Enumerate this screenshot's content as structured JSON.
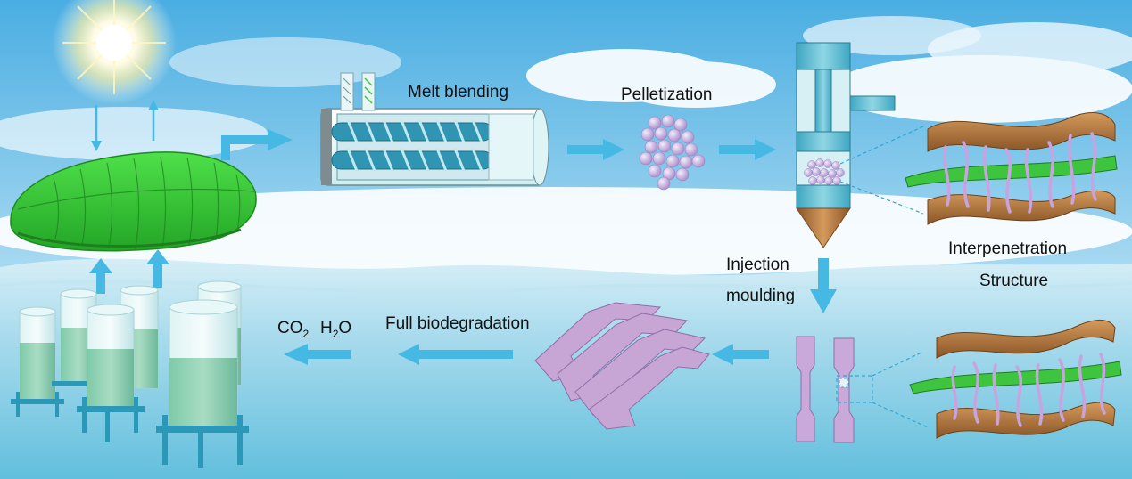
{
  "labels": {
    "melt_blending": "Melt blending",
    "pelletization": "Pelletization",
    "injection_line1": "Injection",
    "injection_line2": "moulding",
    "interpenetration_line1": "Interpenetration",
    "interpenetration_line2": "Structure",
    "full_biodegradation": "Full biodegradation",
    "co2": "CO",
    "co2_sub": "2",
    "h2o_a": "H",
    "h2o_sub": "2",
    "h2o_b": "O"
  },
  "colors": {
    "sky_top": "#4fb0e3",
    "sky_bottom": "#e6f5fb",
    "water_top": "#cfeaf3",
    "water_bottom": "#6cc3df",
    "arrow": "#45b9e3",
    "leaf": "#3ec43e",
    "tube": "#2f95b3",
    "pellet": "#c5b3de",
    "specimen": "#c9a9d9",
    "copper": "#b67a3f"
  }
}
